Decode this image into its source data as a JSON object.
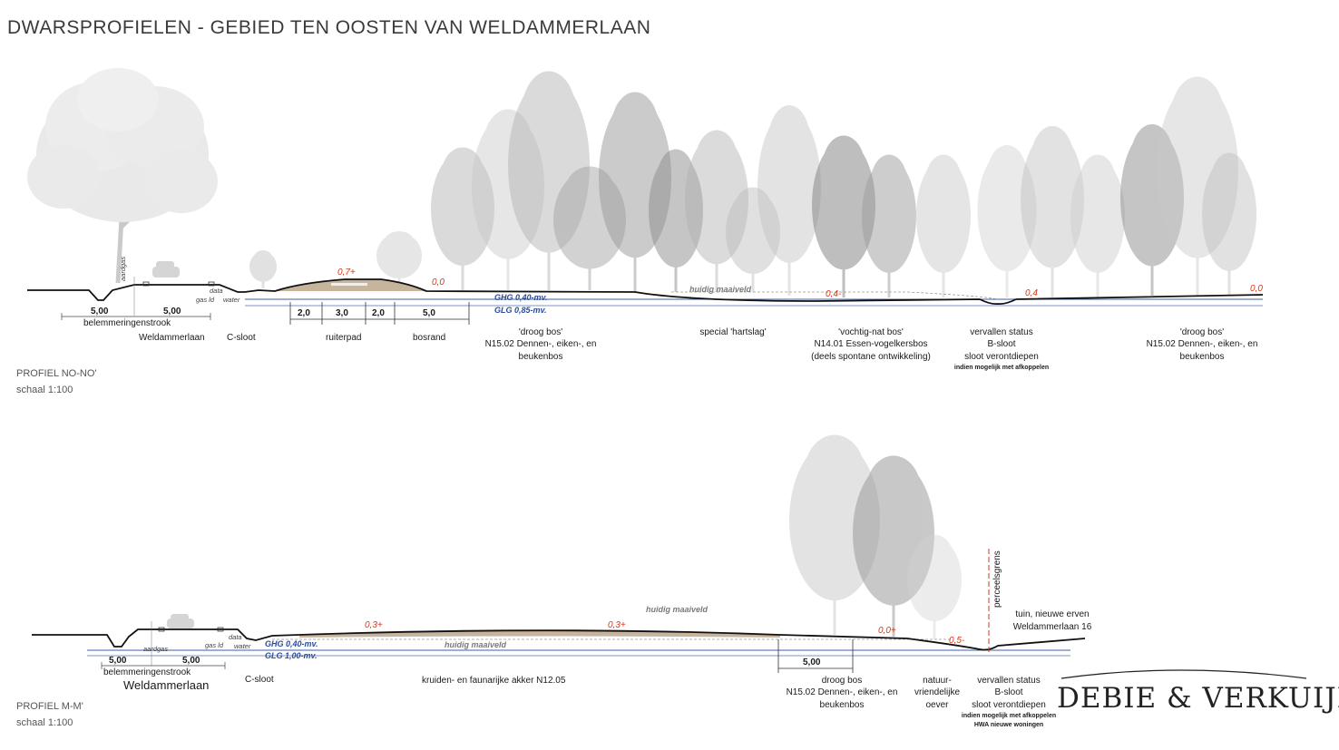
{
  "title": "DWARSPROFIELEN - GEBIED TEN OOSTEN VAN WELDAMMERLAAN",
  "logo": "DEBIE & VERKUIJL",
  "colors": {
    "ground": "#111111",
    "sand": "#c7b49c",
    "water_blue": "#3e5fa8",
    "red_label": "#d23a1c",
    "tree_grey": "#9a9a9a"
  },
  "profile1": {
    "name": "PROFIEL NO-NO'",
    "scale": "schaal 1:100",
    "pipes": {
      "aardgas": "aardgas",
      "gas": "gas ld",
      "data": "data",
      "water": "water"
    },
    "dims": {
      "a": "5,00",
      "b": "5,00",
      "belemmering": "belemmeringenstrook"
    },
    "segments": [
      "2,0",
      "3,0",
      "2,0",
      "5,0"
    ],
    "heights": {
      "bank": "0,7+",
      "edge": "0,0",
      "low": "0,4-",
      "ditch": "0,4",
      "end": "0,0"
    },
    "water": {
      "ghg": "GHG 0,40-mv.",
      "glg": "GLG 0,85-mv."
    },
    "maaiveld": "huidig maaiveld",
    "labels": {
      "weldammerlaan": "Weldammerlaan",
      "csloot": "C-sloot",
      "ruiterpad": "ruiterpad",
      "bosrand": "bosrand",
      "droog1": [
        "'droog bos'",
        "N15.02 Dennen-, eiken-, en",
        "beukenbos"
      ],
      "hartslag": "special 'hartslag'",
      "vochtig": [
        "'vochtig-nat bos'",
        "N14.01 Essen-vogelkersbos",
        "(deels spontane ontwikkeling)"
      ],
      "vervallen": [
        "vervallen status",
        "B-sloot",
        "sloot verontdiepen"
      ],
      "vervallen_note": "indien mogelijk met afkoppelen",
      "droog2": [
        "'droog bos'",
        "N15.02 Dennen-, eiken-, en",
        "beukenbos"
      ]
    }
  },
  "profile2": {
    "name": "PROFIEL M-M'",
    "scale": "schaal 1:100",
    "pipes": {
      "aardgas": "aardgas",
      "gas": "gas ld",
      "data": "data",
      "water": "water"
    },
    "dims": {
      "a": "5,00",
      "b": "5,00",
      "belemmering": "belemmeringenstrook",
      "bos": "5,00"
    },
    "heights": {
      "left": "0,3+",
      "right": "0,3+",
      "edge": "0,0+",
      "low": "0,5-"
    },
    "water": {
      "ghg": "GHG 0,40-mv.",
      "glg": "GLG 1,00-mv."
    },
    "maaiveld_top": "huidig maaiveld",
    "maaiveld_bottom": "huidig maaiveld",
    "perceelsgrens": "perceelsgrens",
    "labels": {
      "weldammerlaan": "Weldammerlaan",
      "csloot": "C-sloot",
      "akker": "kruiden- en faunarijke akker N12.05",
      "droog": [
        "droog bos",
        "N15.02 Dennen-, eiken-, en",
        "beukenbos"
      ],
      "oever": [
        "natuur-",
        "vriendelijke",
        "oever"
      ],
      "vervallen": [
        "vervallen status",
        "B-sloot",
        "sloot verontdiepen"
      ],
      "vervallen_notes": [
        "indien mogelijk met afkoppelen",
        "HWA nieuwe woningen"
      ],
      "tuin": [
        "tuin, nieuwe erven",
        "Weldammerlaan 16"
      ]
    }
  }
}
